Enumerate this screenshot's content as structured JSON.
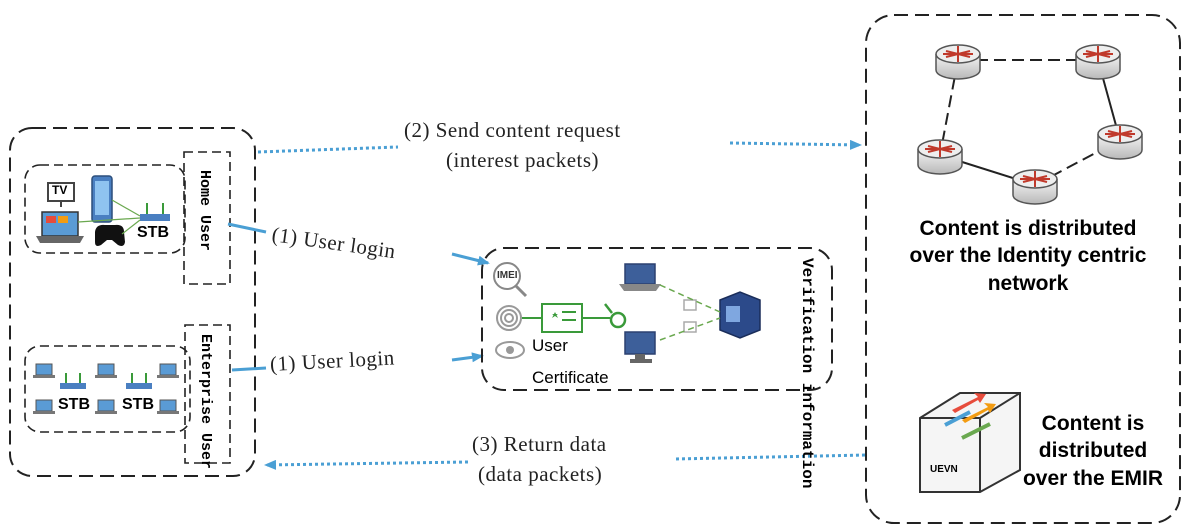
{
  "home_user": {
    "label": "Home User",
    "tv_label": "TV",
    "stb_label": "STB"
  },
  "enterprise_user": {
    "label": "Enterprise User",
    "stb_label_1": "STB",
    "stb_label_2": "STB"
  },
  "arrows": {
    "send_request_line1": "(2) Send content request",
    "send_request_line2": "(interest packets)",
    "login_home": "(1) User login",
    "login_enterprise": "(1) User login",
    "return_data_line1": "(3) Return data",
    "return_data_line2": "(data packets)"
  },
  "verification": {
    "title": "Verification information",
    "imei_label": "IMEI",
    "user_label": "User",
    "certificate_label": "Certificate"
  },
  "network": {
    "caption_line1": "Content is distributed",
    "caption_line2": "over the Identity centric",
    "caption_line3": "network"
  },
  "emir": {
    "device_label": "UEVN",
    "caption_line1": "Content is",
    "caption_line2": "distributed",
    "caption_line3": "over the EMIR"
  },
  "colors": {
    "arrow_blue": "#4a9fd4",
    "dash_border": "#222222",
    "router_red": "#c0392b",
    "line_green": "#6aa84f"
  }
}
